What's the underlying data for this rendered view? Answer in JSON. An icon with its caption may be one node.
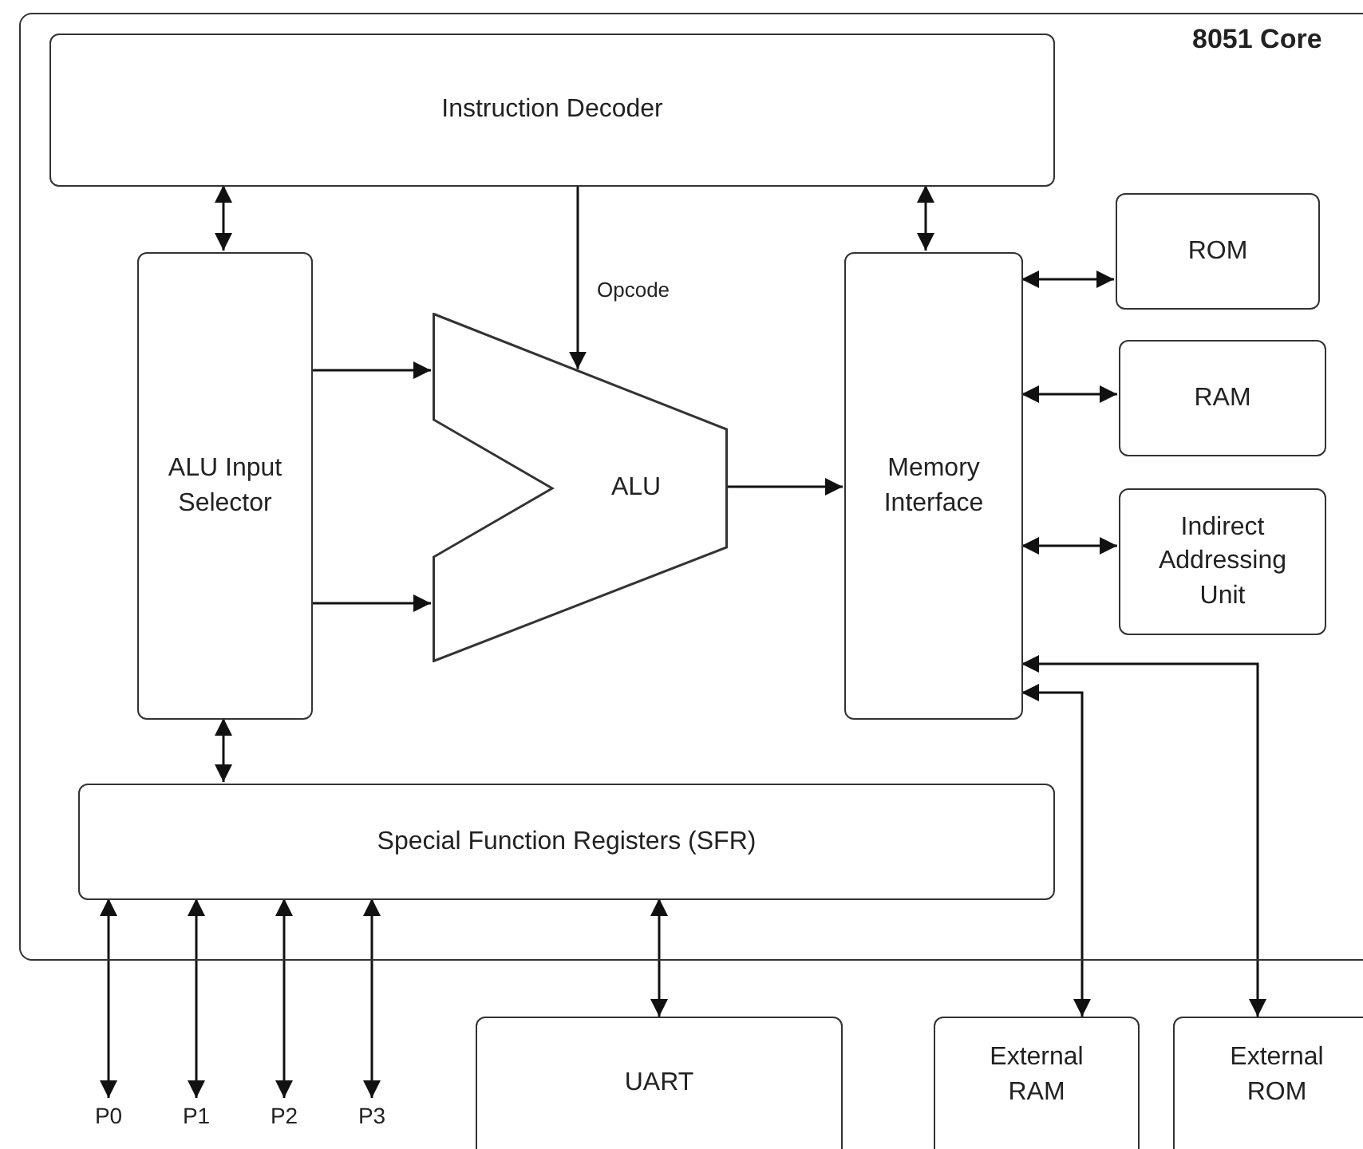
{
  "diagram": {
    "nodes": [
      {
        "text": [
          "8051 Core"
        ]
      },
      {
        "text": [
          "Instruction Decoder"
        ],
        "in": 0
      },
      {
        "text": [
          "ALU Input Selector"
        ],
        "in": 0
      },
      {
        "text": [
          "ALU"
        ],
        "in": 0
      },
      {
        "text": [
          "Memory Interface"
        ],
        "in": 0
      },
      {
        "text": [
          "ROM"
        ],
        "in": 0
      },
      {
        "text": [
          "RAM"
        ],
        "in": 0
      },
      {
        "text": [
          "Indirect Addressing Unit"
        ],
        "in": 0
      },
      {
        "text": [
          "Special Function Registers (SFR)"
        ],
        "in": 0
      },
      {
        "text": [
          "P0"
        ]
      },
      {
        "text": [
          "P1"
        ]
      },
      {
        "text": [
          "P2"
        ]
      },
      {
        "text": [
          "P3"
        ]
      },
      {
        "text": [
          "UART"
        ]
      },
      {
        "text": [
          "External RAM"
        ]
      },
      {
        "text": [
          "External ROM"
        ]
      }
    ],
    "edges": [
      {
        "from": 1,
        "to": 2,
        "arrow": "both"
      },
      {
        "from": 1,
        "to": 3,
        "arrow": "to",
        "label": "Opcode"
      },
      {
        "from": 1,
        "to": 4,
        "arrow": "both"
      },
      {
        "from": 2,
        "to": 3,
        "arrow": "to"
      },
      {
        "from": 2,
        "to": 3,
        "arrow": "to"
      },
      {
        "from": 3,
        "to": 4,
        "arrow": "to"
      },
      {
        "from": 4,
        "to": 5,
        "arrow": "both"
      },
      {
        "from": 4,
        "to": 6,
        "arrow": "both"
      },
      {
        "from": 4,
        "to": 7,
        "arrow": "both"
      },
      {
        "from": 4,
        "to": 14,
        "arrow": "both"
      },
      {
        "from": 4,
        "to": 15,
        "arrow": "both"
      },
      {
        "from": 2,
        "to": 8,
        "arrow": "both"
      },
      {
        "from": 8,
        "to": 9,
        "arrow": "both"
      },
      {
        "from": 8,
        "to": 10,
        "arrow": "both"
      },
      {
        "from": 8,
        "to": 11,
        "arrow": "both"
      },
      {
        "from": 8,
        "to": 12,
        "arrow": "both"
      },
      {
        "from": 8,
        "to": 13,
        "arrow": "both"
      }
    ]
  }
}
